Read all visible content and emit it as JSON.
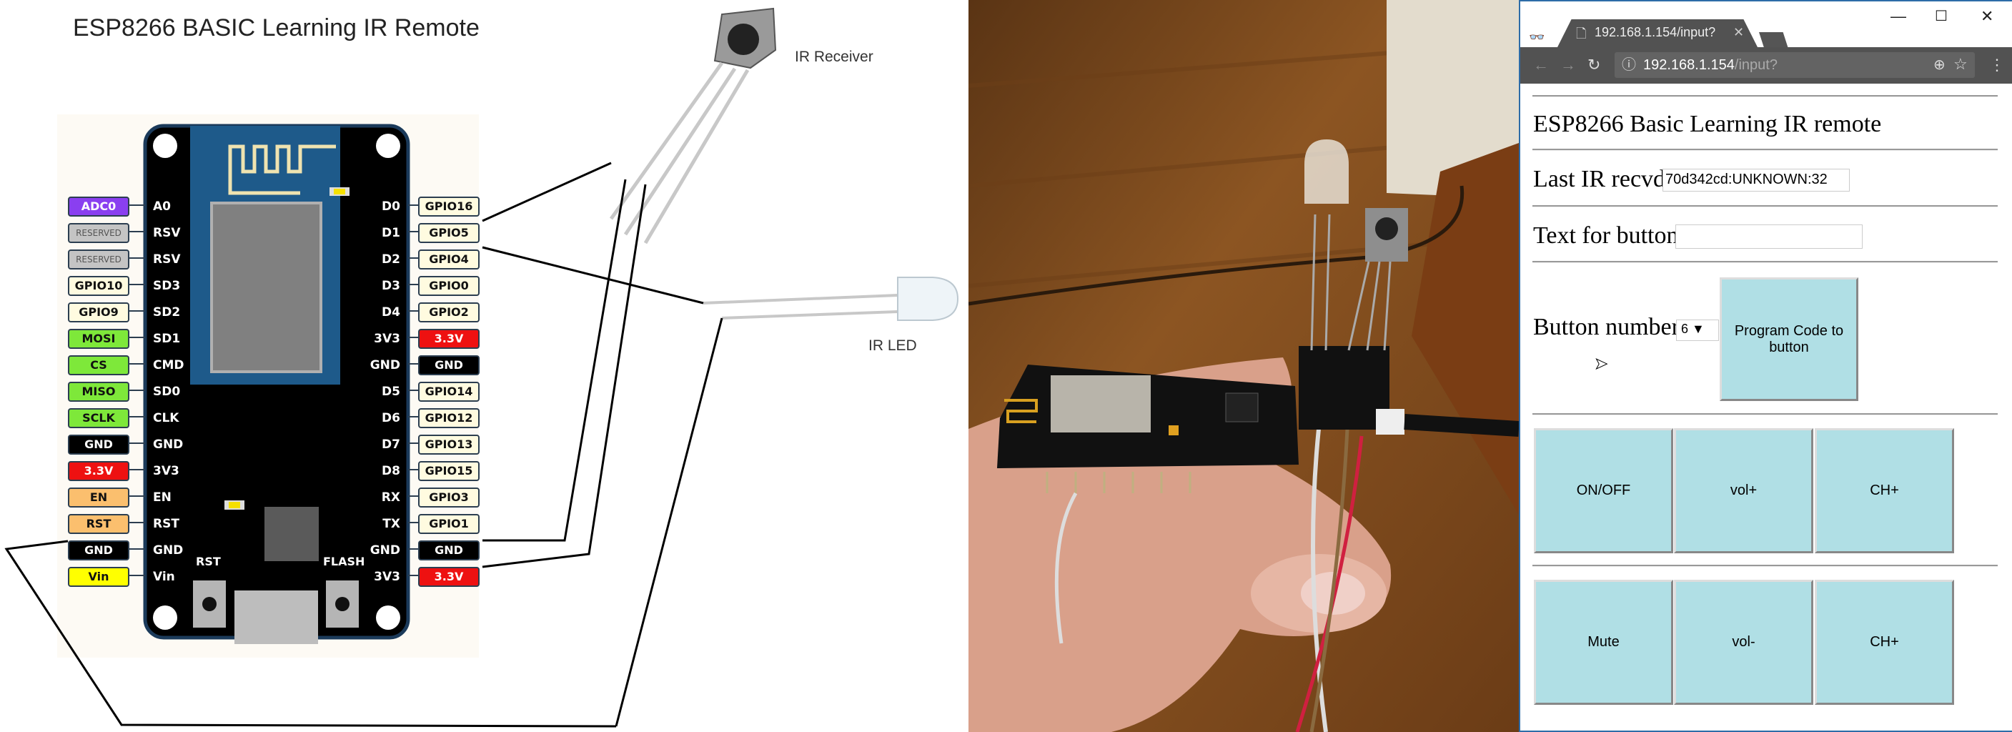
{
  "diagram": {
    "title": "ESP8266 BASIC Learning IR Remote",
    "ir_receiver_label": "IR Receiver",
    "ir_led_label": "IR LED",
    "left_pins": [
      {
        "label": "ADC0",
        "kind": "adc",
        "pin": "A0"
      },
      {
        "label": "RESERVED",
        "kind": "res",
        "pin": "RSV"
      },
      {
        "label": "RESERVED",
        "kind": "res",
        "pin": "RSV"
      },
      {
        "label": "GPIO10",
        "kind": "gpio",
        "pin": "SD3"
      },
      {
        "label": "GPIO9",
        "kind": "gpio",
        "pin": "SD2"
      },
      {
        "label": "MOSI",
        "kind": "spi",
        "pin": "SD1"
      },
      {
        "label": "CS",
        "kind": "spi",
        "pin": "CMD"
      },
      {
        "label": "MISO",
        "kind": "spi",
        "pin": "SD0"
      },
      {
        "label": "SCLK",
        "kind": "spi",
        "pin": "CLK"
      },
      {
        "label": "GND",
        "kind": "gnd",
        "pin": "GND"
      },
      {
        "label": "3.3V",
        "kind": "pwr",
        "pin": "3V3"
      },
      {
        "label": "EN",
        "kind": "ctl",
        "pin": "EN"
      },
      {
        "label": "RST",
        "kind": "ctl",
        "pin": "RST"
      },
      {
        "label": "GND",
        "kind": "gnd",
        "pin": "GND"
      },
      {
        "label": "Vin",
        "kind": "vin",
        "pin": "Vin"
      }
    ],
    "right_pins": [
      {
        "label": "GPIO16",
        "kind": "gpio",
        "pin": "D0"
      },
      {
        "label": "GPIO5",
        "kind": "gpio",
        "pin": "D1"
      },
      {
        "label": "GPIO4",
        "kind": "gpio",
        "pin": "D2"
      },
      {
        "label": "GPIO0",
        "kind": "gpio",
        "pin": "D3"
      },
      {
        "label": "GPIO2",
        "kind": "gpio",
        "pin": "D4"
      },
      {
        "label": "3.3V",
        "kind": "pwr",
        "pin": "3V3"
      },
      {
        "label": "GND",
        "kind": "gnd",
        "pin": "GND"
      },
      {
        "label": "GPIO14",
        "kind": "gpio",
        "pin": "D5"
      },
      {
        "label": "GPIO12",
        "kind": "gpio",
        "pin": "D6"
      },
      {
        "label": "GPIO13",
        "kind": "gpio",
        "pin": "D7"
      },
      {
        "label": "GPIO15",
        "kind": "gpio",
        "pin": "D8"
      },
      {
        "label": "GPIO3",
        "kind": "gpio",
        "pin": "RX"
      },
      {
        "label": "GPIO1",
        "kind": "gpio",
        "pin": "TX"
      },
      {
        "label": "GND",
        "kind": "gnd",
        "pin": "GND"
      },
      {
        "label": "3.3V",
        "kind": "pwr",
        "pin": "3V3"
      }
    ],
    "board_buttons": {
      "rst": "RST",
      "flash": "FLASH"
    }
  },
  "browser": {
    "tab_title": "192.168.1.154/input?",
    "url_host": "192.168.1.154",
    "url_path": "/input?",
    "icons": {
      "incognito": "incognito-icon",
      "back": "back-arrow-icon",
      "forward": "forward-arrow-icon",
      "reload": "reload-icon",
      "info": "info-icon",
      "zoom": "zoom-icon",
      "star": "star-icon",
      "menu": "menu-icon"
    },
    "page": {
      "title": "ESP8266 Basic Learning IR remote",
      "last_ir_label": "Last IR recvd",
      "last_ir_value": "70d342cd:UNKNOWN:32",
      "text_label": "Text for button",
      "text_value": "",
      "button_number_label": "Button number",
      "button_number_value": "6 ▼",
      "program_button": "Program Code to button",
      "remote_rows": [
        [
          "ON/OFF",
          "vol+",
          "CH+"
        ],
        [
          "Mute",
          "vol-",
          "CH+"
        ]
      ],
      "button_color": "#b0dfe5"
    }
  }
}
